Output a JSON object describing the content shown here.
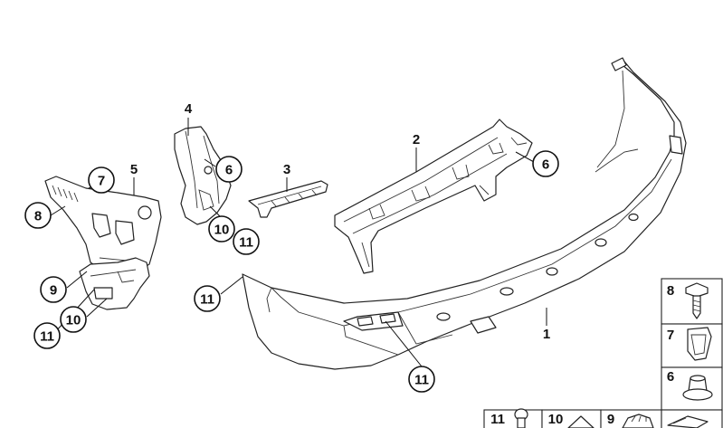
{
  "diagram": {
    "callouts": [
      {
        "id": "c7",
        "text": "7"
      },
      {
        "id": "c8",
        "text": "8"
      },
      {
        "id": "c6a",
        "text": "6"
      },
      {
        "id": "c10a",
        "text": "10"
      },
      {
        "id": "c11a",
        "text": "11"
      },
      {
        "id": "c6b",
        "text": "6"
      },
      {
        "id": "c9",
        "text": "9"
      },
      {
        "id": "c10b",
        "text": "10"
      },
      {
        "id": "c11b",
        "text": "11"
      },
      {
        "id": "c11c",
        "text": "11"
      },
      {
        "id": "c11d",
        "text": "11"
      }
    ],
    "plain_labels": {
      "l4": "4",
      "l5": "5",
      "l3": "3",
      "l2": "2",
      "l1": "1"
    },
    "legend": [
      {
        "id": "leg8",
        "text": "8"
      },
      {
        "id": "leg7",
        "text": "7"
      },
      {
        "id": "leg6",
        "text": "6"
      },
      {
        "id": "leg11",
        "text": "11"
      },
      {
        "id": "leg10",
        "text": "10"
      },
      {
        "id": "leg9",
        "text": "9"
      }
    ]
  }
}
